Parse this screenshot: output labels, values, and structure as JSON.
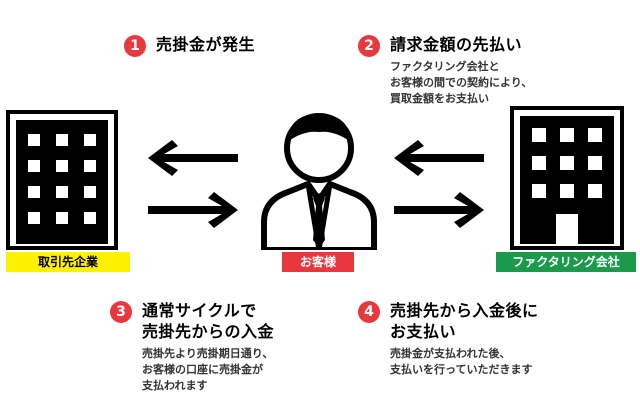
{
  "steps": [
    {
      "num": "1",
      "title": "売掛金が発生",
      "description": ""
    },
    {
      "num": "2",
      "title": "請求金額の先払い",
      "description": "ファクタリング会社と\nお客様の間での契約により、\n買取金額をお支払い"
    },
    {
      "num": "3",
      "title": "通常サイクルで\n売掛先からの入金",
      "description": "売掛先より売掛期日通り、\nお客様の口座に売掛金が\n支払われます"
    },
    {
      "num": "4",
      "title": "売掛先から入金後に\nお支払い",
      "description": "売掛金が支払われた後、\n支払いを行っていただきます"
    }
  ],
  "entities": {
    "left": {
      "label": "取引先企業",
      "label_bg": "#fff200",
      "label_color": "#000000",
      "icon": "building-icon"
    },
    "center": {
      "label": "お客様",
      "label_bg": "#e8383d",
      "label_color": "#ffffff",
      "icon": "businessman-icon"
    },
    "right": {
      "label": "ファクタリング会社",
      "label_bg": "#1a9a4a",
      "label_color": "#ffffff",
      "icon": "building-icon"
    }
  },
  "colors": {
    "step_number_bg": "#e8383d",
    "arrow": "#000000"
  }
}
